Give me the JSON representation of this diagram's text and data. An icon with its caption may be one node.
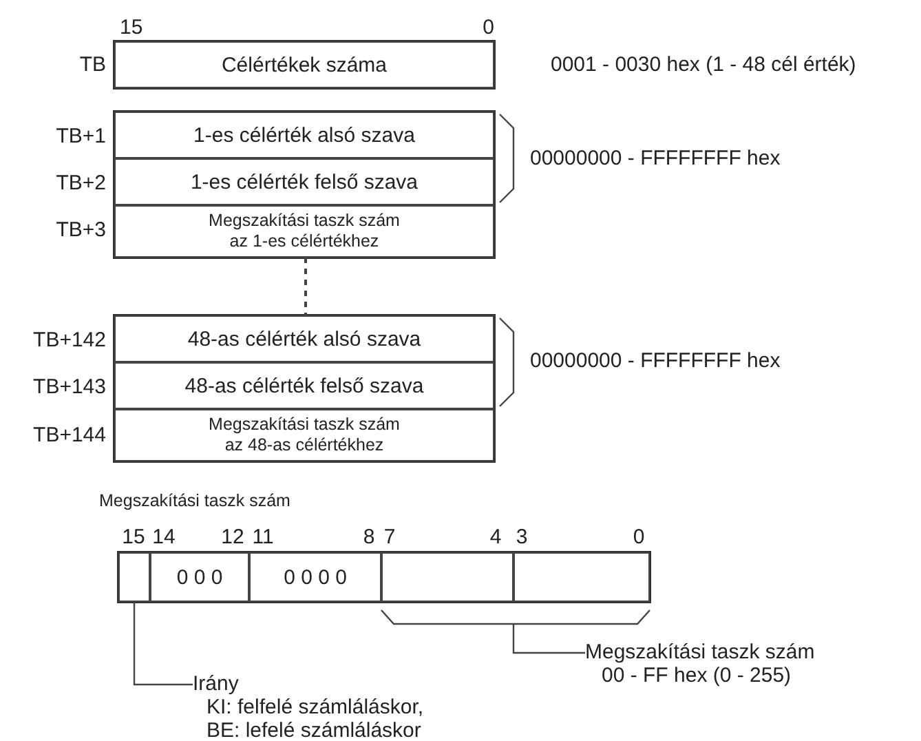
{
  "diagram": {
    "nodes": [
      {
        "text": [
          "Célértékek száma"
        ]
      },
      {
        "text": [
          "1-es célérték alsó szava"
        ]
      },
      {
        "text": [
          "1-es célérték felső szava"
        ]
      },
      {
        "text": [
          "Megszakítási taszk szám az 1-es célértékhez"
        ]
      },
      {
        "text": [
          "48-as célérték alsó szava"
        ]
      },
      {
        "text": [
          "48-as célérték felső szava"
        ]
      },
      {
        "text": [
          "Megszakítási taszk szám az 48-as célértékhez"
        ]
      },
      {
        "text": [],
        "shape": "box"
      },
      {
        "text": [
          "0 0 0"
        ]
      },
      {
        "text": [
          "0 0 0 0"
        ]
      },
      {
        "text": [],
        "shape": "box"
      },
      {
        "text": [],
        "shape": "box"
      },
      {
        "text": [
          "Irány",
          "KI: felfelé számláláskor,",
          "BE: lefelé számláláskor"
        ]
      },
      {
        "text": [
          "Megszakítási taszk szám",
          "00 - FF hex (0 - 255)"
        ]
      }
    ],
    "edges": [
      {
        "from": 3,
        "to": 4,
        "arrow": "none",
        "style": "dashed"
      },
      {
        "from": 12,
        "to": 7,
        "arrow": "none"
      },
      {
        "from": 13,
        "to": null,
        "arrow": "none"
      }
    ],
    "labels": [
      "15",
      "0",
      "TB",
      "0001 - 0030 hex (1 - 48 cél érték)",
      "TB+1",
      "00000000 - FFFFFFFF hex",
      "TB+2",
      "TB+3",
      "TB+142",
      "00000000 - FFFFFFFF hex",
      "TB+143",
      "TB+144",
      "Megszakítási taszk szám",
      "15",
      "14",
      "12",
      "11",
      "8",
      "7",
      "4",
      "3",
      "0"
    ]
  }
}
